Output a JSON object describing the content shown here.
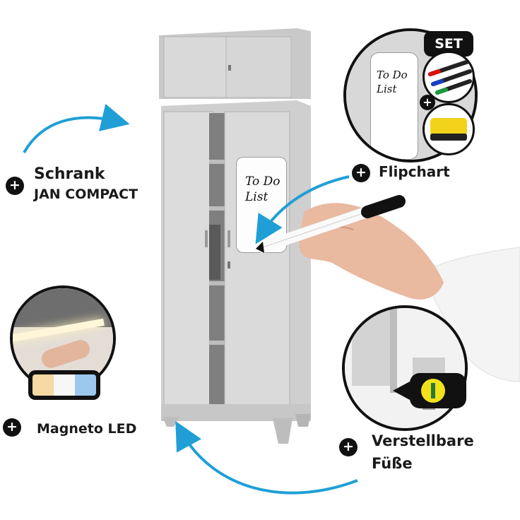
{
  "labels": {
    "cabinet_line1": "Schrank",
    "cabinet_line2": "JAN COMPACT",
    "flipchart": "Flipchart",
    "led": "Magneto LED",
    "feet_line1": "Verstellbare",
    "feet_line2": "Füße"
  },
  "badges": {
    "set": "SET",
    "plus": "+"
  },
  "whiteboard": {
    "line1": "To Do",
    "line2": "List"
  },
  "colors": {
    "arrow": "#1f9fd6",
    "cabinet": "#d4d4d4",
    "badge": "#111111",
    "sponge": "#f2d21a",
    "foot_button": "#f2e21a"
  },
  "icons": [
    "plus-icon",
    "arrow-icon"
  ]
}
